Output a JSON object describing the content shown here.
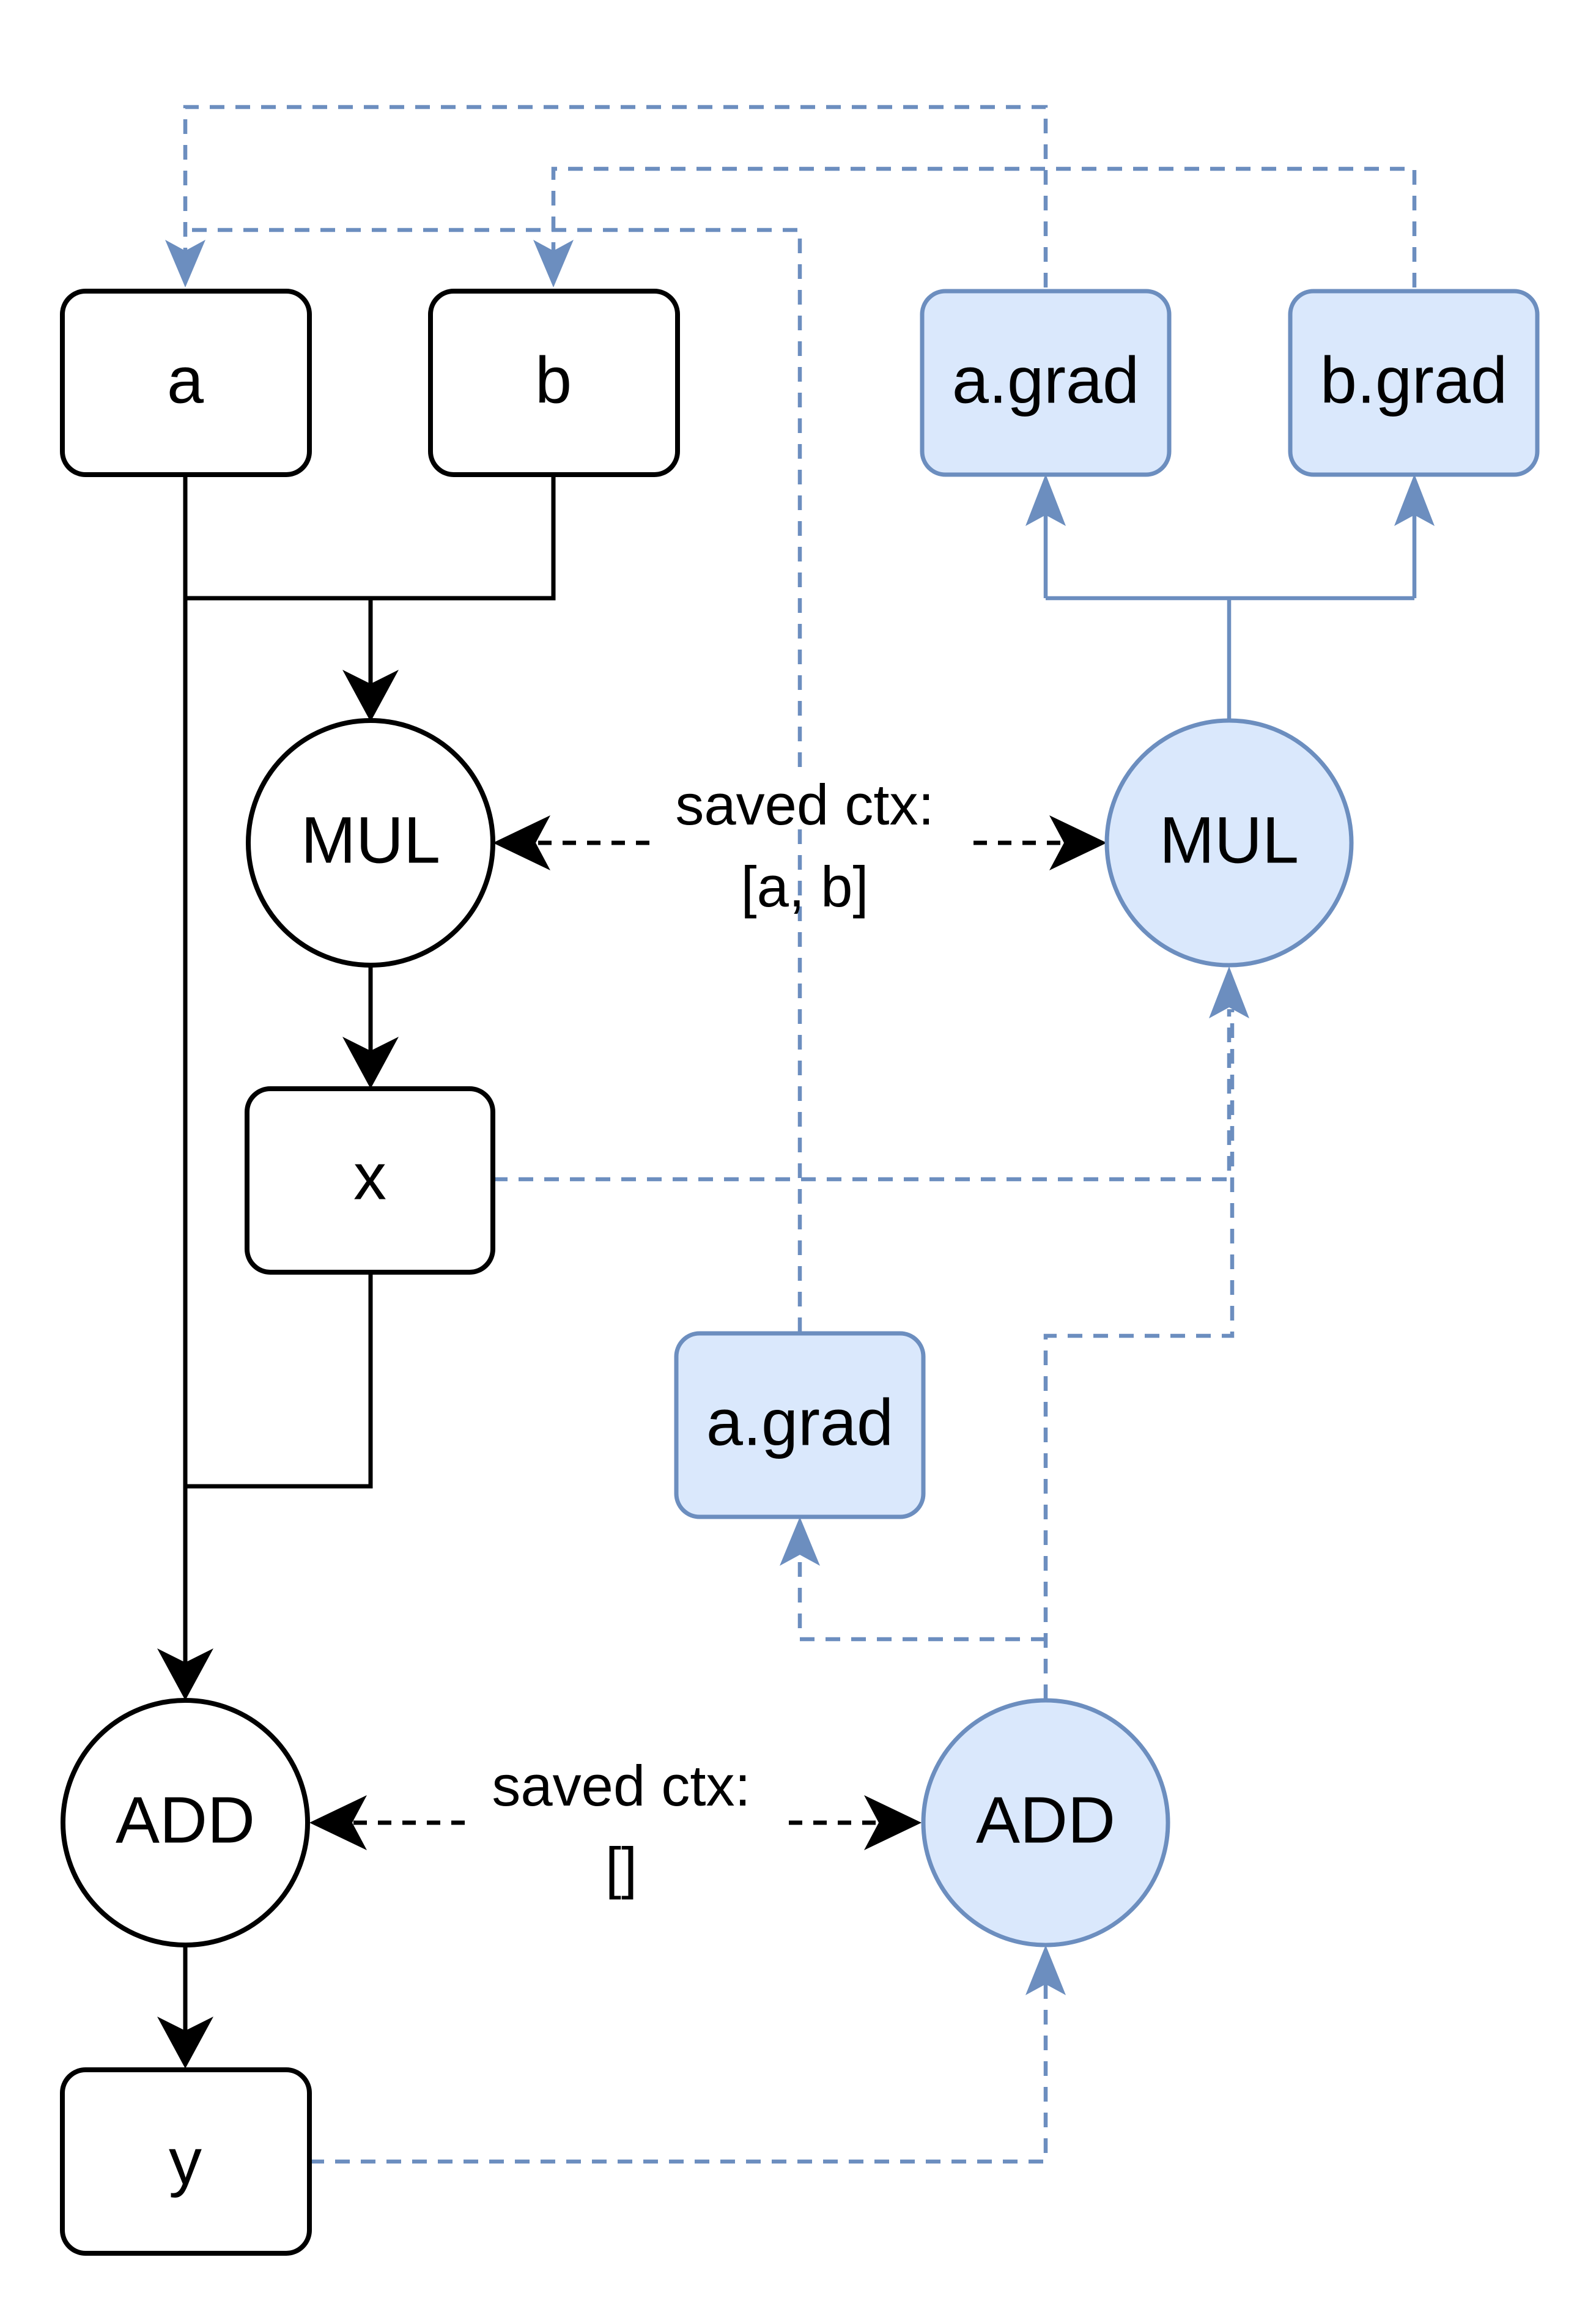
{
  "forward": {
    "a": "a",
    "b": "b",
    "mul": "MUL",
    "x": "x",
    "add": "ADD",
    "y": "y"
  },
  "backward": {
    "a_grad_top": "a.grad",
    "b_grad_top": "b.grad",
    "mul": "MUL",
    "a_grad_mid": "a.grad",
    "add": "ADD"
  },
  "context": {
    "mul_line1": "saved ctx:",
    "mul_line2": "[a, b]",
    "add_line1": "saved ctx:",
    "add_line2": "[]"
  },
  "colors": {
    "forward_stroke": "#000000",
    "backward_fill": "#dae8fc",
    "backward_stroke": "#6c8ebf"
  }
}
